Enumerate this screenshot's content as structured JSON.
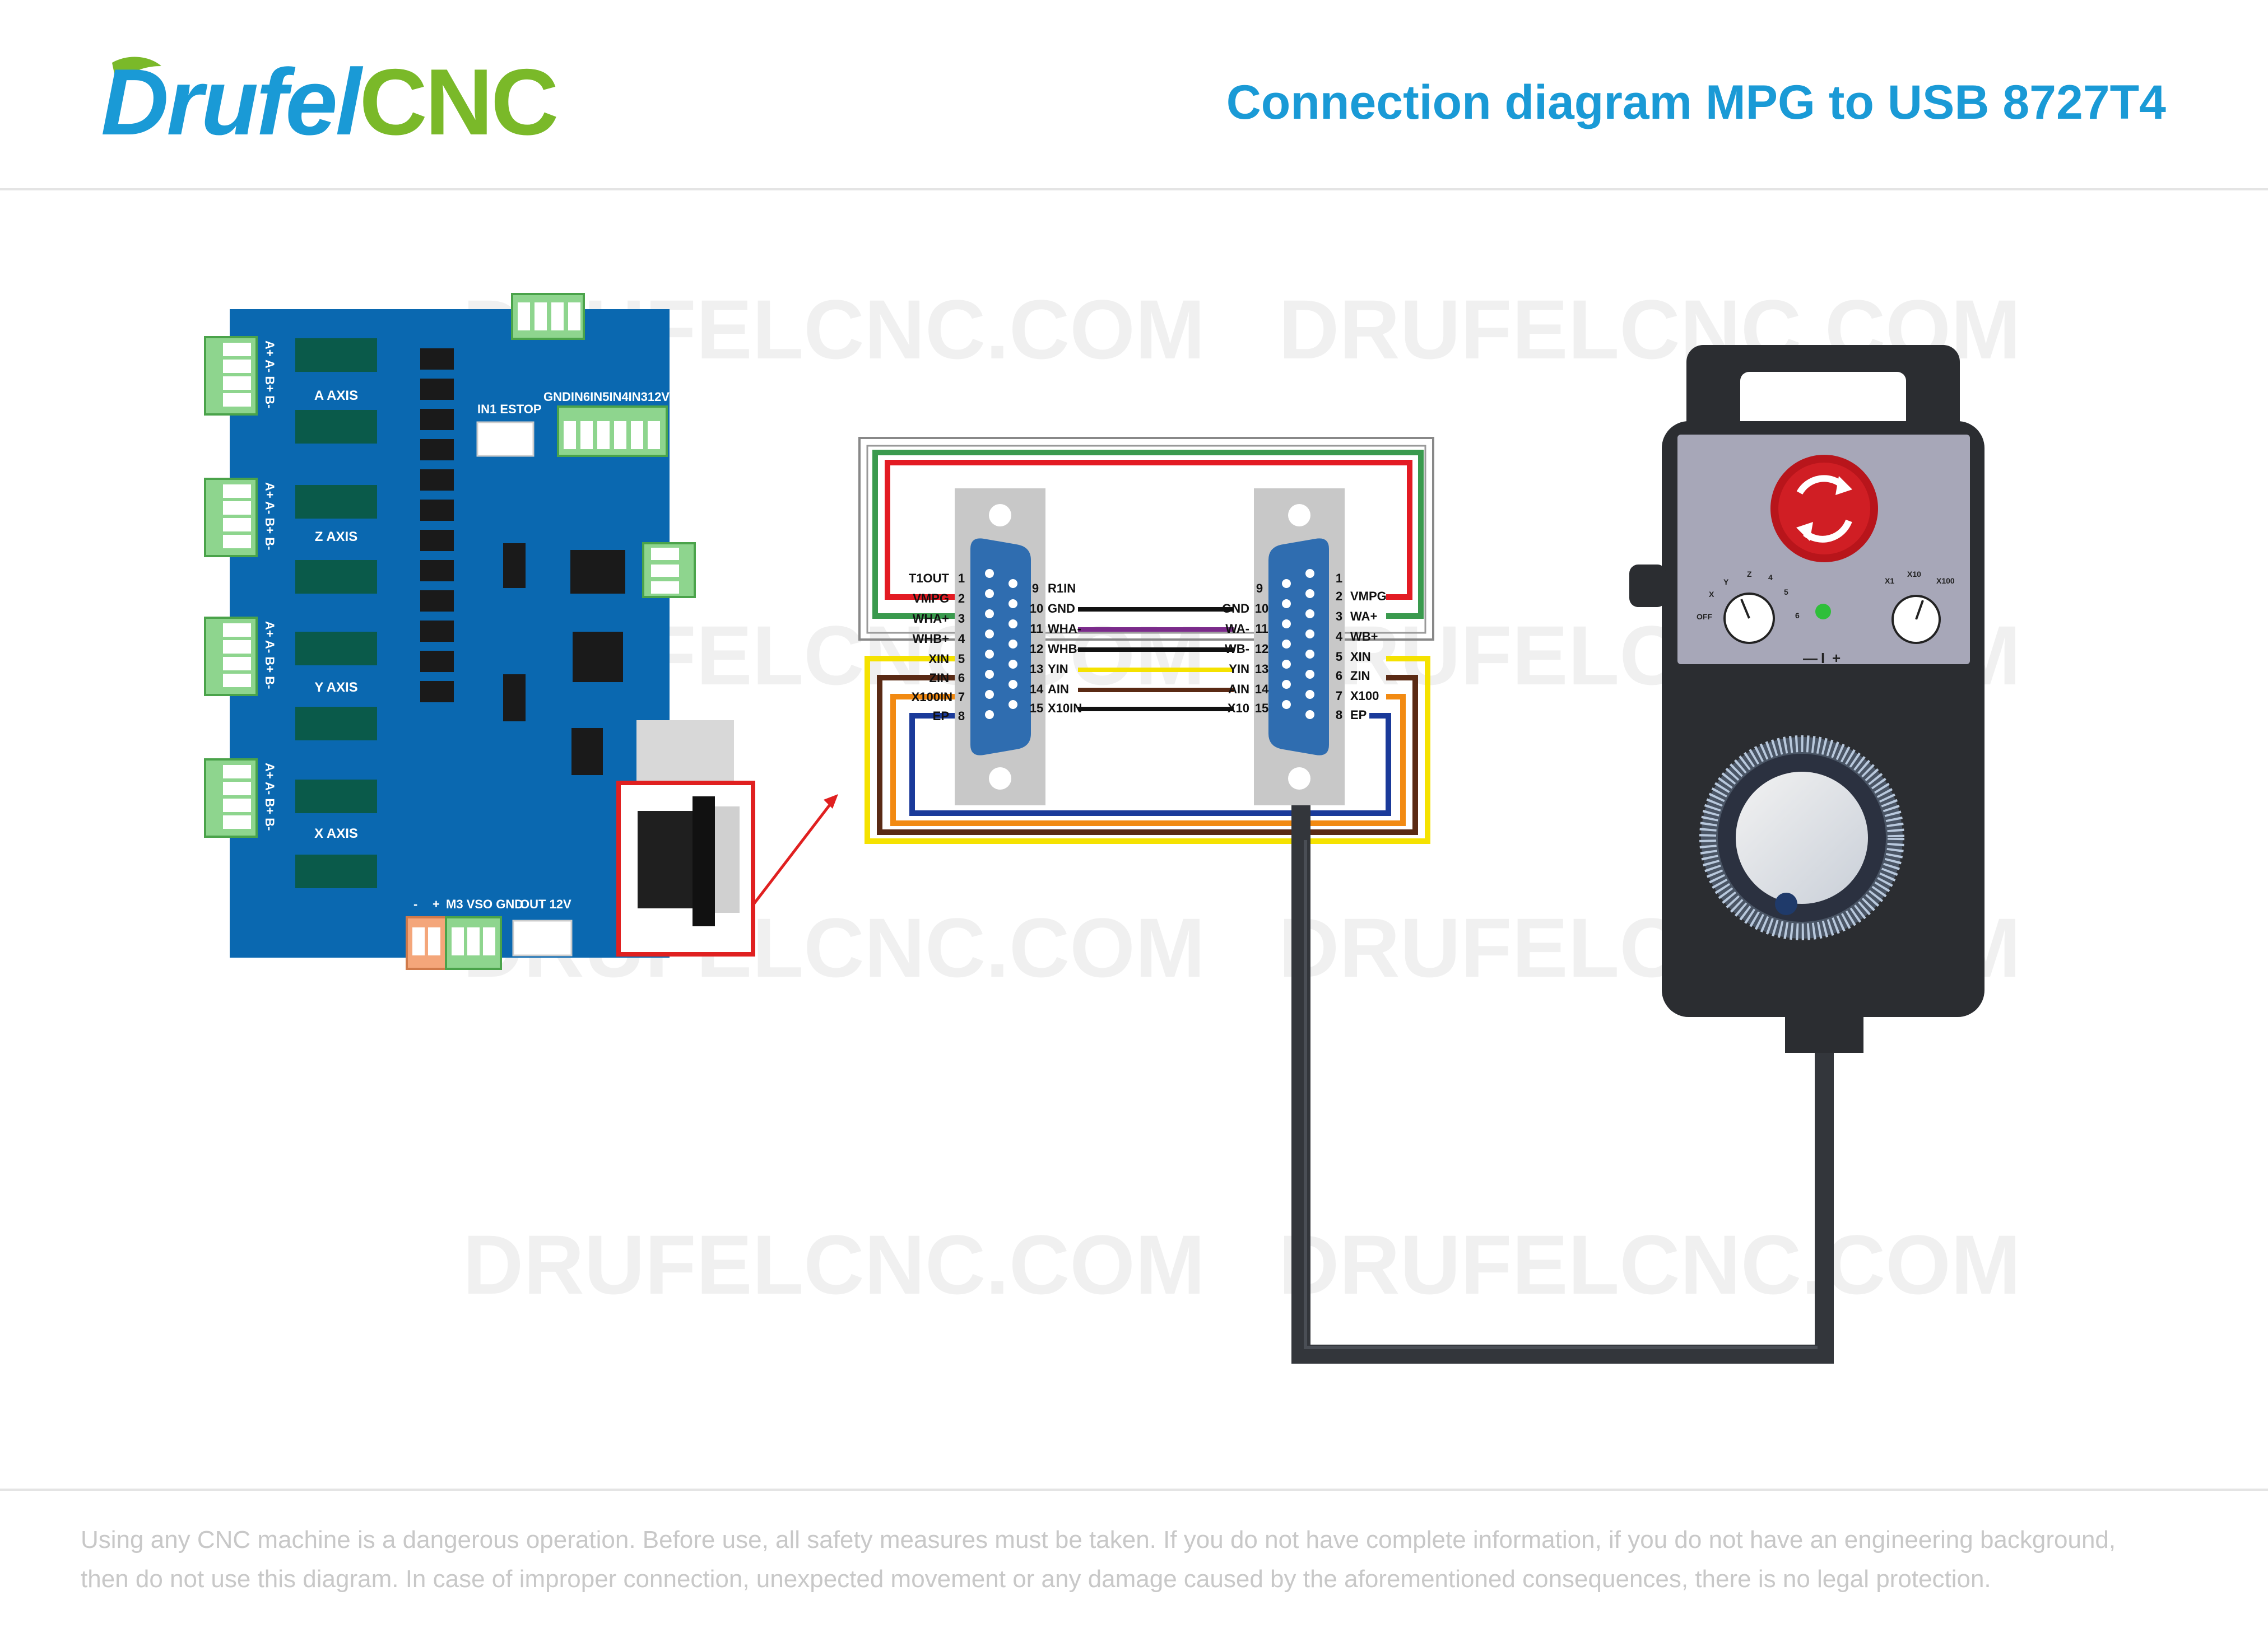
{
  "header": {
    "brand_prefix": "Drufel",
    "brand_suffix": "CNC",
    "title": "Connection diagram MPG to USB 8727T4"
  },
  "watermark": "DRUFELCNC.COM",
  "colors": {
    "brand_blue": "#1a9ad6",
    "brand_green": "#7ab929",
    "board_blue": "#0a68b0",
    "terminal_green": "#8ed58e",
    "chip_green": "#0a5a4a",
    "highlight_red": "#e02020",
    "connector_gray": "#c8c8c8",
    "db15_blue": "#2f6db0",
    "pendant_body": "#2b2d31",
    "panel_gray": "#a7a7b8",
    "estop_red": "#b8151b",
    "wire_red": "#e31b23",
    "wire_green": "#3a9a4e",
    "wire_black": "#111111",
    "wire_purple": "#7a2a8a",
    "wire_yellow": "#f5e200",
    "wire_brown": "#5a2a14",
    "wire_orange": "#f28a12",
    "wire_navy": "#1a3a9a"
  },
  "board": {
    "axis_labels": [
      "A AXIS",
      "Z AXIS",
      "Y AXIS",
      "X AXIS"
    ],
    "terminal_labels": [
      "A+ A- B+ B-",
      "A+ A- B+ B-",
      "A+ A- B+ B-",
      "A+ A- B+ B-"
    ],
    "estop_label": "IN1 ESTOP",
    "inputs_label": "GNDIN6IN5IN4IN312V",
    "bottom_label_minus": "-",
    "bottom_label_plus": "+",
    "bottom_label_power": "M3 VSO GND",
    "bottom_label_out": "OUT  12V"
  },
  "left_db15": {
    "pins_1_8": [
      {
        "num": "1",
        "label": "T1OUT"
      },
      {
        "num": "2",
        "label": "VMPG"
      },
      {
        "num": "3",
        "label": "WHA+"
      },
      {
        "num": "4",
        "label": "WHB+"
      },
      {
        "num": "5",
        "label": "XIN"
      },
      {
        "num": "6",
        "label": "ZIN"
      },
      {
        "num": "7",
        "label": "X100IN"
      },
      {
        "num": "8",
        "label": "EP"
      }
    ],
    "pins_9_15": [
      {
        "num": "9",
        "label": "R1IN"
      },
      {
        "num": "10",
        "label": "GND"
      },
      {
        "num": "11",
        "label": "WHA-"
      },
      {
        "num": "12",
        "label": "WHB-"
      },
      {
        "num": "13",
        "label": "YIN"
      },
      {
        "num": "14",
        "label": "AIN"
      },
      {
        "num": "15",
        "label": "X10IN"
      }
    ]
  },
  "right_db15": {
    "pins_1_8": [
      {
        "num": "1",
        "label": ""
      },
      {
        "num": "2",
        "label": "VMPG"
      },
      {
        "num": "3",
        "label": "WA+"
      },
      {
        "num": "4",
        "label": "WB+"
      },
      {
        "num": "5",
        "label": "XIN"
      },
      {
        "num": "6",
        "label": "ZIN"
      },
      {
        "num": "7",
        "label": "X100"
      },
      {
        "num": "8",
        "label": "EP"
      }
    ],
    "pins_9_15": [
      {
        "num": "9",
        "label": ""
      },
      {
        "num": "10",
        "label": "GND"
      },
      {
        "num": "11",
        "label": "WA-"
      },
      {
        "num": "12",
        "label": "WB-"
      },
      {
        "num": "13",
        "label": "YIN"
      },
      {
        "num": "14",
        "label": "AIN"
      },
      {
        "num": "15",
        "label": "X10"
      }
    ]
  },
  "pendant": {
    "axis_selector": [
      "OFF",
      "X",
      "Y",
      "Z",
      "4",
      "5",
      "6"
    ],
    "step_selector": [
      "X1",
      "X10",
      "X100"
    ],
    "sign_minus": "—",
    "sign_mid": "I",
    "sign_plus": "+"
  },
  "footer": {
    "disclaimer_line1": "Using any CNC machine is a dangerous operation. Before use, all safety measures must be taken. If you do not have complete information, if you do not have an engineering background,",
    "disclaimer_line2": "then do not use this diagram. In case of improper connection, unexpected movement or any damage caused by the aforementioned consequences, there is no legal protection."
  }
}
